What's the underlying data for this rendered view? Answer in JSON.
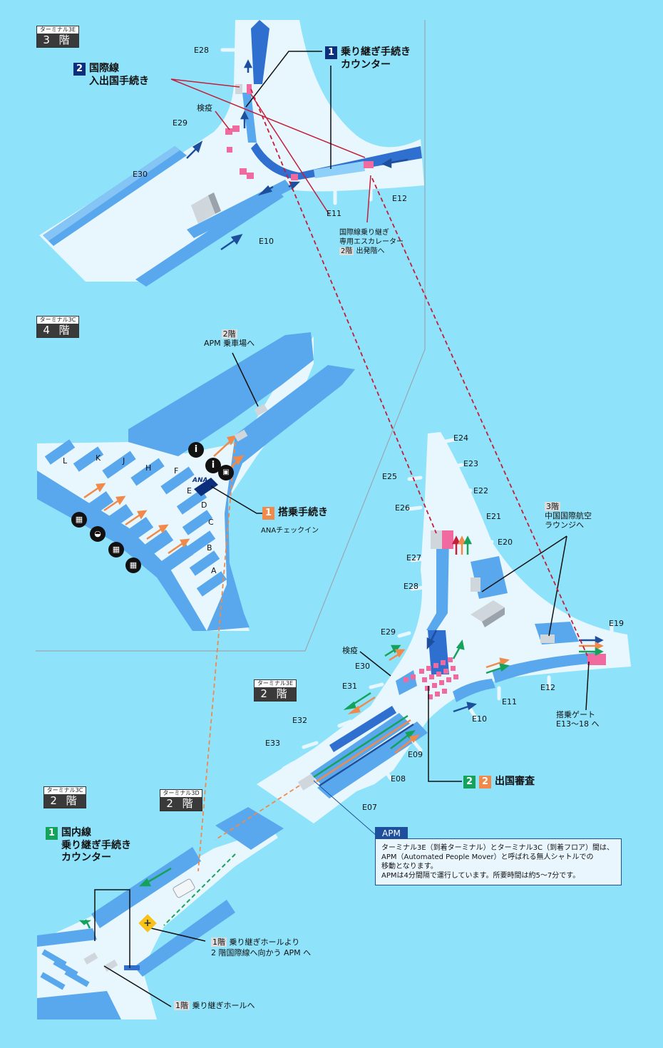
{
  "colors": {
    "background": "#8ee3fb",
    "floor": "#e8f7fd",
    "wall": "#59a8ee",
    "wall_dark": "#2f6fd0",
    "navy": "#0b2f7d",
    "orange": "#f08a4b",
    "green": "#15a25a",
    "red": "#c21f3a",
    "pink": "#f06aa0"
  },
  "panels": {
    "t3e_3f": {
      "terminal": "ターミナル3E",
      "floor": "3 階"
    },
    "t3c_4f": {
      "terminal": "ターミナル3C",
      "floor": "4 階"
    },
    "t3e_2f": {
      "terminal": "ターミナル3E",
      "floor": "2 階"
    },
    "t3c_2f": {
      "terminal": "ターミナル3C",
      "floor": "2 階"
    },
    "t3d_2f": {
      "terminal": "ターミナル3D",
      "floor": "2 階"
    }
  },
  "gates_3f": {
    "e28": "E28",
    "e29": "E29",
    "e30": "E30",
    "e10": "E10",
    "e11": "E11",
    "e12": "E12"
  },
  "gates_2f": {
    "e24": "E24",
    "e23": "E23",
    "e22": "E22",
    "e25": "E25",
    "e26": "E26",
    "e21": "E21",
    "e20": "E20",
    "e27": "E27",
    "e28": "E28",
    "e29": "E29",
    "e19": "E19",
    "e30": "E30",
    "e31": "E31",
    "e12": "E12",
    "e11": "E11",
    "e32": "E32",
    "e10": "E10",
    "e33": "E33",
    "e09": "E09",
    "e08": "E08",
    "e07": "E07"
  },
  "counters_4f": {
    "l": "L",
    "k": "K",
    "j": "J",
    "h": "H",
    "f": "F",
    "e": "E",
    "d": "D",
    "c": "C",
    "b": "B",
    "a": "A"
  },
  "callouts": {
    "transfer_counter": {
      "num": "1",
      "line1": "乗り継ぎ手続き",
      "line2": "カウンター"
    },
    "intl_immigration": {
      "num": "2",
      "line1": "国際線",
      "line2": "入出国手続き"
    },
    "checkin": {
      "num": "1",
      "text": "搭乗手続き",
      "sub": "ANAチェックイン"
    },
    "departure_immigration": {
      "num1": "2",
      "num2": "2",
      "text": "出国審査"
    },
    "domestic_transfer": {
      "num": "1",
      "line1": "国内線",
      "line2": "乗り継ぎ手続き",
      "line3": "カウンター"
    }
  },
  "labels": {
    "quarantine_3f": "検疫",
    "quarantine_2f": "検疫",
    "escalator_line1": "国際線乗り継ぎ",
    "escalator_line2": "専用エスカレーター",
    "escalator_line3_floor": "2階",
    "escalator_line3_text": " 出発階へ",
    "apm_station_floor": "2階",
    "apm_station_text": "APM 乗車場へ",
    "lounge_floor": "3階",
    "lounge_line1": "中国国際航空",
    "lounge_line2": "ラウンジへ",
    "boarding_gate_line1": "搭乗ゲート",
    "boarding_gate_line2": "E13～18 へ",
    "hall_apm_floor": "1階",
    "hall_apm_line1": " 乗り継ぎホールより",
    "hall_apm_line2": "2 階国際線へ向かう APM へ",
    "hall_floor": "1階",
    "hall_text": " 乗り継ぎホールへ",
    "ana_logo": "ANA",
    "info_icon": "i"
  },
  "apm": {
    "tag": "APM",
    "line1": "ターミナル3E（到着ターミナル）とターミナル3C（到着フロア）間は、",
    "line2": "APM（Automated People Mover）と呼ばれる無人シャトルでの",
    "line3": "移動となります。",
    "line4": "APMは4分間隔で運行しています。所要時間は約5～7分です。"
  }
}
